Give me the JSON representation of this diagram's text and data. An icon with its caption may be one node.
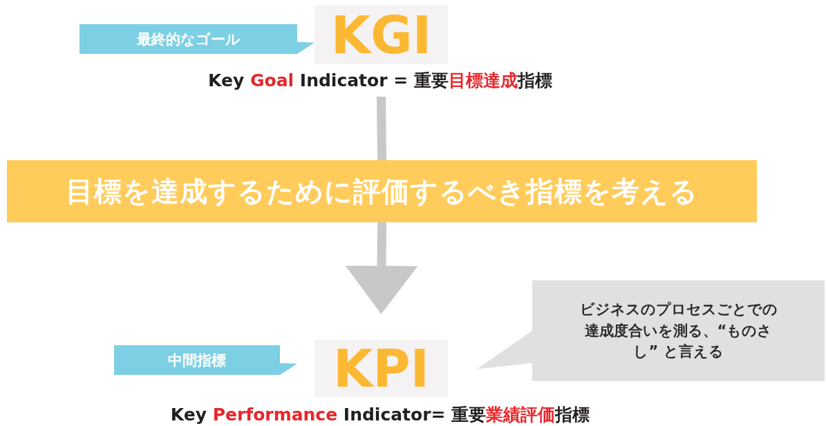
{
  "diagram": {
    "nodes": [
      {
        "text": [
          "最終的なゴール"
        ]
      },
      {
        "text": [
          "KGI"
        ],
        "beside": [
          "Key",
          "Goal",
          "Indicator = 重要",
          "目標達成",
          "指標"
        ]
      },
      {
        "text": [
          "目標を達成するために評価するべき指標を考える"
        ]
      },
      {
        "text": [
          "中間指標"
        ]
      },
      {
        "text": [
          "KPI"
        ],
        "beside": [
          "Key",
          "Performance",
          "Indicator= 重要",
          "業績評価",
          "指標"
        ]
      },
      {
        "text": [
          "ビジネスのプロセスごとでの達成度合いを測る、“ものさし” と言える"
        ]
      }
    ],
    "edges": [
      {
        "from": 1,
        "to": 2,
        "arrow": "none"
      },
      {
        "from": 2,
        "to": 4,
        "arrow": "to"
      }
    ]
  }
}
